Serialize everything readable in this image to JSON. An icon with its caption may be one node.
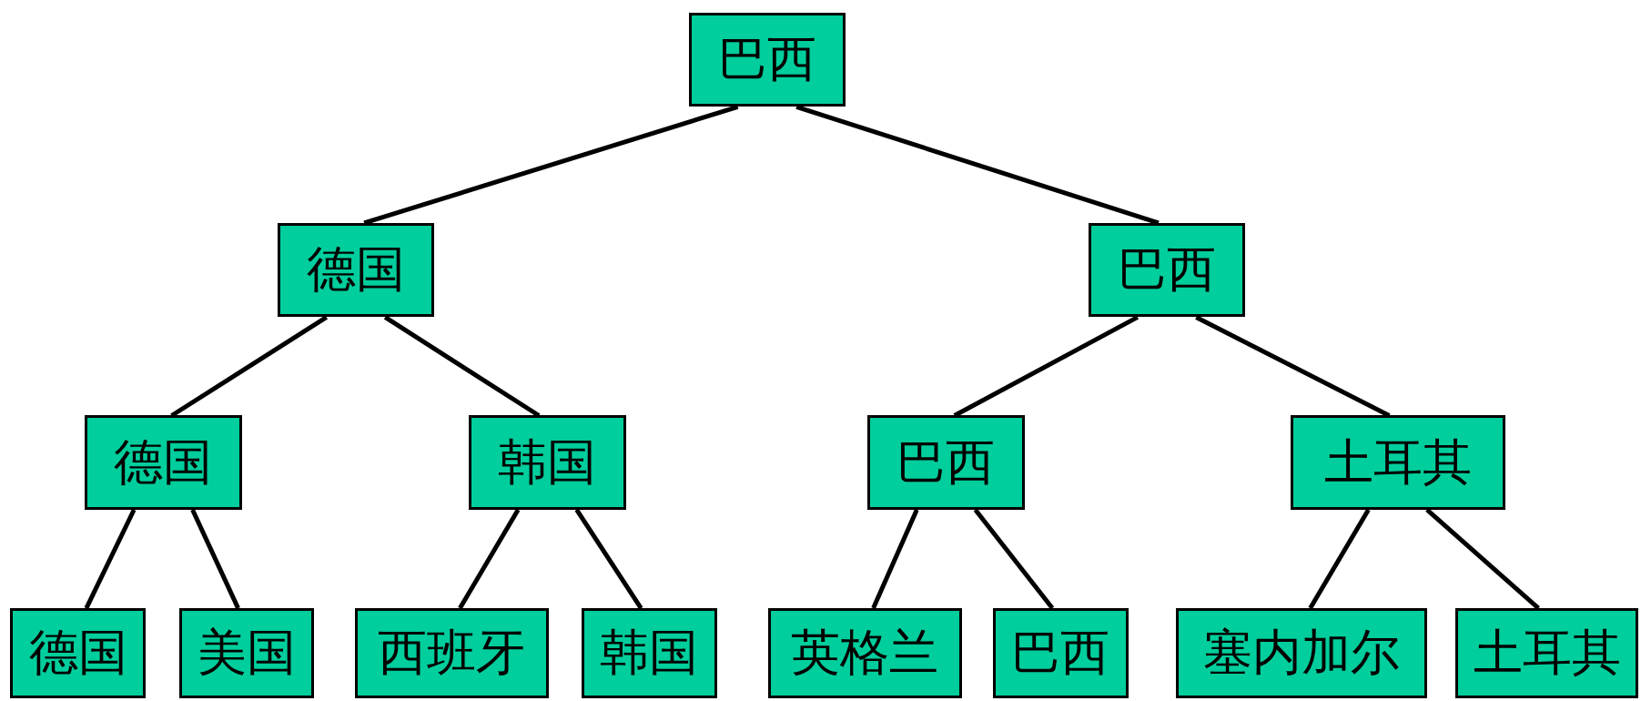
{
  "diagram": {
    "nodes": [
      {
        "text": [
          "巴西"
        ]
      },
      {
        "text": [
          "德国"
        ]
      },
      {
        "text": [
          "巴西"
        ]
      },
      {
        "text": [
          "德国"
        ]
      },
      {
        "text": [
          "韩国"
        ]
      },
      {
        "text": [
          "巴西"
        ]
      },
      {
        "text": [
          "土耳其"
        ]
      },
      {
        "text": [
          "德国"
        ]
      },
      {
        "text": [
          "美国"
        ]
      },
      {
        "text": [
          "西班牙"
        ]
      },
      {
        "text": [
          "韩国"
        ]
      },
      {
        "text": [
          "英格兰"
        ]
      },
      {
        "text": [
          "巴西"
        ]
      },
      {
        "text": [
          "塞内加尔"
        ]
      },
      {
        "text": [
          "土耳其"
        ]
      }
    ],
    "edges": [
      {
        "from": 0,
        "to": 1,
        "arrow": "none"
      },
      {
        "from": 0,
        "to": 2,
        "arrow": "none"
      },
      {
        "from": 1,
        "to": 3,
        "arrow": "none"
      },
      {
        "from": 1,
        "to": 4,
        "arrow": "none"
      },
      {
        "from": 2,
        "to": 5,
        "arrow": "none"
      },
      {
        "from": 2,
        "to": 6,
        "arrow": "none"
      },
      {
        "from": 3,
        "to": 7,
        "arrow": "none"
      },
      {
        "from": 3,
        "to": 8,
        "arrow": "none"
      },
      {
        "from": 4,
        "to": 9,
        "arrow": "none"
      },
      {
        "from": 4,
        "to": 10,
        "arrow": "none"
      },
      {
        "from": 5,
        "to": 11,
        "arrow": "none"
      },
      {
        "from": 5,
        "to": 12,
        "arrow": "none"
      },
      {
        "from": 6,
        "to": 13,
        "arrow": "none"
      },
      {
        "from": 6,
        "to": 14,
        "arrow": "none"
      }
    ]
  }
}
